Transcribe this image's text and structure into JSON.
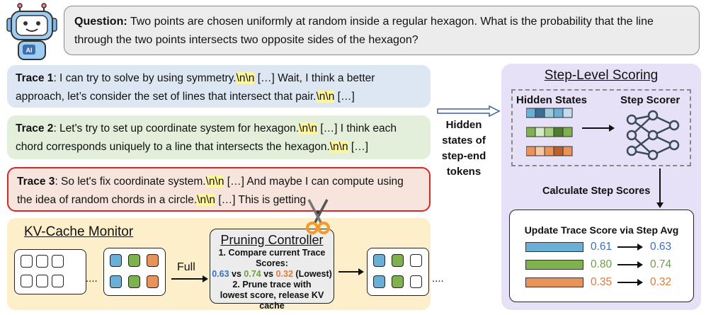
{
  "question": {
    "label": "Question:",
    "text": " Two points are chosen uniformly at random inside a regular hexagon. What is the probability that the line through the two points intersects two opposite sides of the hexagon?"
  },
  "robot": {
    "badge": "AI"
  },
  "traces": [
    {
      "label": "Trace 1",
      "p1": ": I can try to solve by using symmetry.",
      "p2": " […] Wait, I think a better approach, let’s consider the set of lines that intersect that pair.",
      "p3": " […]"
    },
    {
      "label": "Trace 2",
      "p1": ": Let's try to set up coordinate system for hexagon.",
      "p2": " […] I think each chord corresponds uniquely to a line that intersects the hexagon.",
      "p3": " […]"
    },
    {
      "label": "Trace 3",
      "p1": ": So let's fix coordinate system.",
      "p2": " […] And maybe I can compute using the idea of random chords in a circle.",
      "p3": " […] This is getting"
    }
  ],
  "delimiter": "\\n\\n",
  "kv_monitor": {
    "title": "KV-Cache Monitor",
    "ellipsis": "....",
    "full_label": "Full"
  },
  "pruning": {
    "title": "Pruning Controller",
    "line1": "1. Compare current Trace Scores:",
    "s1": "0.63",
    "vs1": " vs ",
    "s2": "0.74",
    "vs2": " vs ",
    "s3": "0.32",
    "lowest": " (Lowest)",
    "line3": "2. Prune trace with",
    "line4": "lowest score, release KV cache"
  },
  "hidden_states_label": [
    "Hidden",
    "states of",
    "step-end",
    "tokens"
  ],
  "scoring": {
    "title": "Step-Level Scoring",
    "hidden_states": "Hidden States",
    "step_scorer": "Step Scorer",
    "calc": "Calculate Step Scores",
    "update_title": "Update Trace Score via Step Avg",
    "rows": [
      {
        "old": "0.61",
        "new": "0.63",
        "color": "#3c6fc0"
      },
      {
        "old": "0.80",
        "new": "0.74",
        "color": "#6ea043"
      },
      {
        "old": "0.35",
        "new": "0.32",
        "color": "#e07b39"
      }
    ]
  },
  "colors": {
    "blue": "#6baed6",
    "green": "#7fb24e",
    "orange": "#e8935a",
    "highlight": "#fff59a",
    "red_border": "#dc2626"
  }
}
